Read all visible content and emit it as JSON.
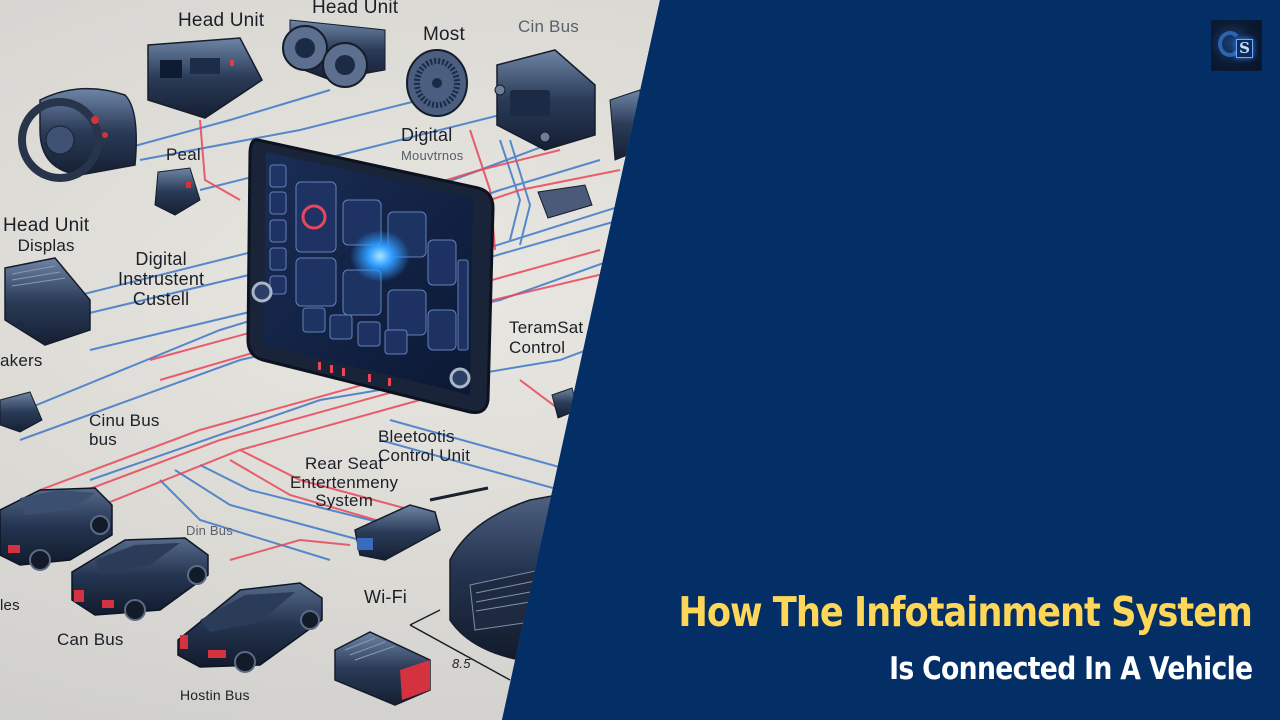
{
  "banner": {
    "title_line_1": "How The Infotainment System",
    "title_line_2": "Is Connected In A Vehicle",
    "colors": {
      "panel_background": "#032e66",
      "title_accent": "#fed759",
      "title_secondary": "#ffffff",
      "wire_red": "#e8475a",
      "wire_blue": "#2f6fc4",
      "illustration_background": "#dcdad5"
    }
  },
  "logo": {
    "letter": "S",
    "icon": "cs-monogram-logo"
  },
  "diagram": {
    "labels": {
      "head_unit_top_left": "Head Unit",
      "head_unit_top": "Head Unit",
      "most": "Most",
      "can_bus_top": "Cin Bus",
      "digital_mounting_1": "Digital",
      "digital_mounting_2": "Mouvtrnos",
      "peal": "Peal",
      "head_unit_display_1": "Head Unit",
      "head_unit_display_2": "Displas",
      "digital_instrument_1": "Digital",
      "digital_instrument_2": "Instrustent",
      "digital_instrument_3": "Custell",
      "speakers": "akers",
      "telematics_1": "TeramSat",
      "telematics_2": "Control",
      "cin_bus_1": "Cinu Bus",
      "cin_bus_2": "bus",
      "bluetooth_1": "Bleetootis",
      "bluetooth_2": "Control Unit",
      "rear_seat_1": "Rear Seat",
      "rear_seat_2": "Entertenmeny",
      "rear_seat_3": "System",
      "din_bus": "Din Bus",
      "les": "les",
      "can_bus_bottom": "Can Bus",
      "wifi": "Wi-Fi",
      "most_bus_bottom": "Hostin Bus",
      "measurement": "8.5"
    }
  }
}
